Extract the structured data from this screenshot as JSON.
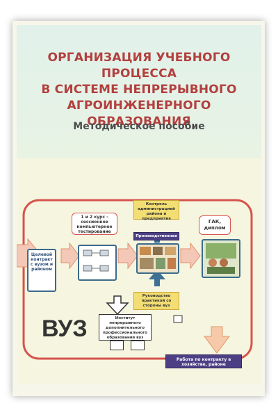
{
  "title_lines": [
    "ОРГАНИЗАЦИЯ УЧЕБНОГО ПРОЦЕССА",
    "В СИСТЕМЕ НЕПРЕРЫВНОГО",
    "АГРОИНЖЕНЕРНОГО ОБРАЗОВАНИЯ"
  ],
  "subtitle": "Методическое пособие",
  "diagram": {
    "contract": "Целевой контракт с вузом и районом",
    "courses": "1 и 2 курс - сессионное компьютерное тестирование",
    "control": "Контроль администрацией района и предприятия",
    "practice": "Производственная практика",
    "guidance": "Руководство практикой со стороны вуз",
    "gak": "ГАК, диплом",
    "institute": "Институт непрерывного дополнительного профессионального образования вуз",
    "vuz": "ВУЗ",
    "work": "Работа по контракту в хозяйстве, районе"
  }
}
